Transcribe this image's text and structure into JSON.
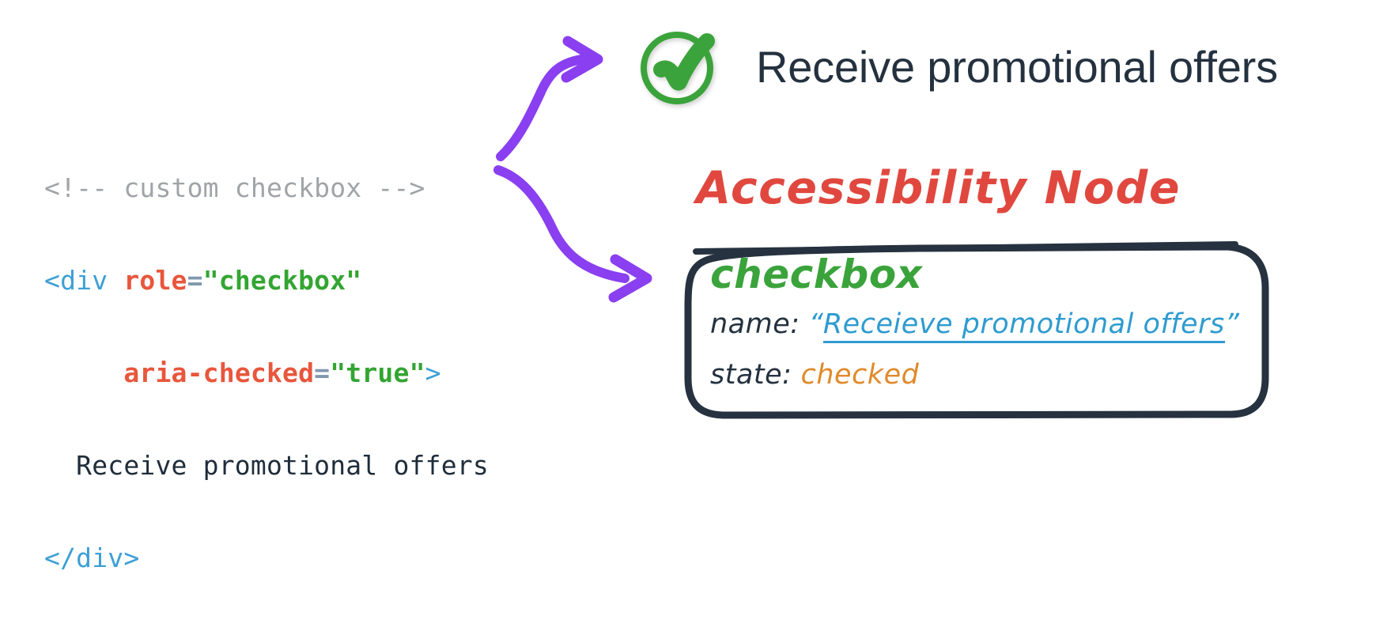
{
  "code_snippet": {
    "lines": [
      {
        "id": "comment",
        "parts": [
          {
            "kind": "comment",
            "text": "<!-- custom checkbox -->"
          }
        ]
      },
      {
        "id": "open-tag",
        "parts": [
          {
            "kind": "tag",
            "text": "<div "
          },
          {
            "kind": "attr",
            "text": "role"
          },
          {
            "kind": "eq",
            "text": "="
          },
          {
            "kind": "val",
            "text": "\"checkbox\""
          }
        ]
      },
      {
        "id": "aria-checked",
        "parts": [
          {
            "kind": "plain",
            "text": "     "
          },
          {
            "kind": "attr",
            "text": "aria-checked"
          },
          {
            "kind": "eq",
            "text": "="
          },
          {
            "kind": "val",
            "text": "\"true\""
          },
          {
            "kind": "punct",
            "text": ">"
          }
        ]
      },
      {
        "id": "text-node",
        "parts": [
          {
            "kind": "text",
            "text": "  Receive promotional offers"
          }
        ]
      },
      {
        "id": "close-tag",
        "parts": [
          {
            "kind": "tag",
            "text": "</div>"
          }
        ]
      }
    ],
    "raw": {
      "comment": "<!-- custom checkbox -->",
      "tag_open": "<div ",
      "attr_role": "role",
      "equals": "=",
      "value_checkbox": "\"checkbox\"",
      "attr_aria_checked": "aria-checked",
      "value_true": "\"true\"",
      "gt": ">",
      "inner_text": "  Receive promotional offers",
      "tag_close": "</div>"
    }
  },
  "rendered_control": {
    "icon": "checkmark-circle-icon",
    "label": "Receive promotional offers",
    "checked": true
  },
  "accessibility_node": {
    "title": "Accessibility Node",
    "role": "checkbox",
    "properties": [
      {
        "key": "name:",
        "open_quote": "“",
        "value": "Receieve promotional offers",
        "close_quote": "”",
        "style": "name"
      },
      {
        "key": "state:",
        "value": "checked",
        "style": "state"
      }
    ]
  },
  "annotations": {
    "arrow_upper": "arrow-to-rendered-checkbox",
    "arrow_lower": "arrow-to-accessibility-node"
  },
  "colors": {
    "comment_gray": "#a0a4a8",
    "tag_blue": "#3c9fd6",
    "attr_red": "#e8563c",
    "value_green": "#33a532",
    "text_navy": "#1f2d3a",
    "check_green": "#3ba33b",
    "title_red": "#e0483f",
    "name_blue": "#2e9bd0",
    "state_orange": "#e08a2b",
    "arrow_purple": "#8a3ff0",
    "card_border": "#26323f",
    "background": "#ffffff"
  }
}
